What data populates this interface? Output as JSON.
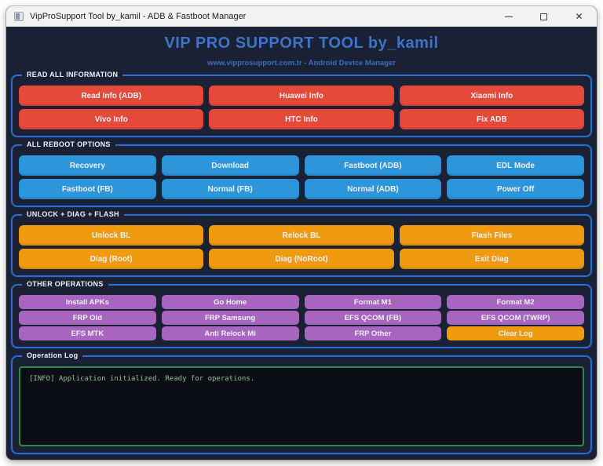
{
  "window": {
    "title": "VipProSupport Tool by_kamil - ADB & Fastboot Manager",
    "controls": {
      "close_glyph": "✕"
    }
  },
  "header": {
    "title": "VIP PRO SUPPORT TOOL by_kamil",
    "subtitle": "www.vipprosupport.com.tr - Android Device Manager"
  },
  "colors": {
    "body_bg": "#1b2134",
    "section_border": "#2b6ed0",
    "title_blue": "#3e74c8",
    "red": "#e5493a",
    "blue": "#2d95da",
    "orange": "#f09a10",
    "purple": "#a765c0",
    "log_border": "#2e8b44",
    "log_text": "#93bd97"
  },
  "sections": [
    {
      "id": "read-info",
      "label": "READ ALL INFORMATION",
      "color": "#e5493a",
      "cols": 3,
      "compact": false,
      "buttons": [
        {
          "label": "Read Info (ADB)"
        },
        {
          "label": "Huawei Info"
        },
        {
          "label": "Xiaomi Info"
        },
        {
          "label": "Vivo Info"
        },
        {
          "label": "HTC Info"
        },
        {
          "label": "Fix ADB"
        }
      ]
    },
    {
      "id": "reboot-options",
      "label": "ALL REBOOT OPTIONS",
      "color": "#2d95da",
      "cols": 4,
      "compact": false,
      "buttons": [
        {
          "label": "Recovery"
        },
        {
          "label": "Download"
        },
        {
          "label": "Fastboot (ADB)"
        },
        {
          "label": "EDL Mode"
        },
        {
          "label": "Fastboot (FB)"
        },
        {
          "label": "Normal (FB)"
        },
        {
          "label": "Normal (ADB)"
        },
        {
          "label": "Power Off"
        }
      ]
    },
    {
      "id": "unlock-diag-flash",
      "label": "UNLOCK + DIAG + FLASH",
      "color": "#f09a10",
      "cols": 3,
      "compact": false,
      "buttons": [
        {
          "label": "Unlock BL"
        },
        {
          "label": "Relock BL"
        },
        {
          "label": "Flash Files"
        },
        {
          "label": "Diag (Root)"
        },
        {
          "label": "Diag (NoRoot)"
        },
        {
          "label": "Exit Diag"
        }
      ]
    },
    {
      "id": "other-operations",
      "label": "OTHER OPERATIONS",
      "color": "#a765c0",
      "cols": 4,
      "compact": true,
      "buttons": [
        {
          "label": "Install APKs"
        },
        {
          "label": "Go Home"
        },
        {
          "label": "Format M1"
        },
        {
          "label": "Format M2"
        },
        {
          "label": "FRP Old"
        },
        {
          "label": "FRP Samsung"
        },
        {
          "label": "EFS QCOM (FB)"
        },
        {
          "label": "EFS QCOM (TWRP)"
        },
        {
          "label": "EFS MTK"
        },
        {
          "label": "Anti Relock Mi"
        },
        {
          "label": "FRP Other"
        },
        {
          "label": "Clear Log",
          "color": "#f09a10"
        }
      ]
    }
  ],
  "log": {
    "label": "Operation Log",
    "lines": [
      "[INFO] Application initialized. Ready for operations."
    ]
  }
}
